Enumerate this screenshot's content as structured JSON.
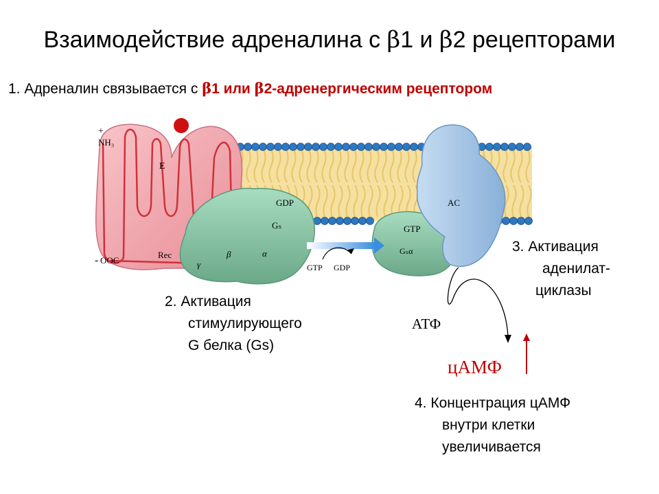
{
  "title": {
    "text_before_b1": "Взаимодействие адреналина с ",
    "beta": "β",
    "text_1": "1 и ",
    "text_2": "2 рецепторами"
  },
  "step1": {
    "prefix": "1.  Адреналин связывается с ",
    "beta": "β",
    "red_1": "1 или ",
    "red_2": "2-адренергическим рецептором"
  },
  "diagram_labels": {
    "nh3": "NH₃",
    "plus": "+",
    "minus": "-",
    "ooc": "OOC",
    "e": "E",
    "rec": "Rec",
    "gdp": "GDP",
    "gs": "Gₛ",
    "gamma": "γ",
    "beta": "β",
    "alpha": "α",
    "gtp_gdp_left": "GTP",
    "gtp_gdp_right": "GDP",
    "gtp": "GTP",
    "gs_alpha": "Gₛα",
    "ac": "AC"
  },
  "step2": {
    "line1": "2.  Активация",
    "line2": "стимулирующего",
    "line3": "G белка (Gs)"
  },
  "step3": {
    "line1": "3.  Активация",
    "line2": "аденилат-",
    "line3": "циклазы"
  },
  "atp": "АТФ",
  "camp": "цАМФ",
  "step4": {
    "line1": "4.  Концентрация цАМФ",
    "line2": "внутри клетки",
    "line3": "увеличивается"
  },
  "colors": {
    "title": "#000000",
    "highlight_red": "#c00000",
    "receptor_pink": "#f0a0a8",
    "g_protein_green": "#8ac8a8",
    "adenylyl_cyclase_blue": "#a8c8e8",
    "membrane_bead": "#2e78c0",
    "lipid_tail": "#f3d98a",
    "ligand_red": "#d01010"
  }
}
